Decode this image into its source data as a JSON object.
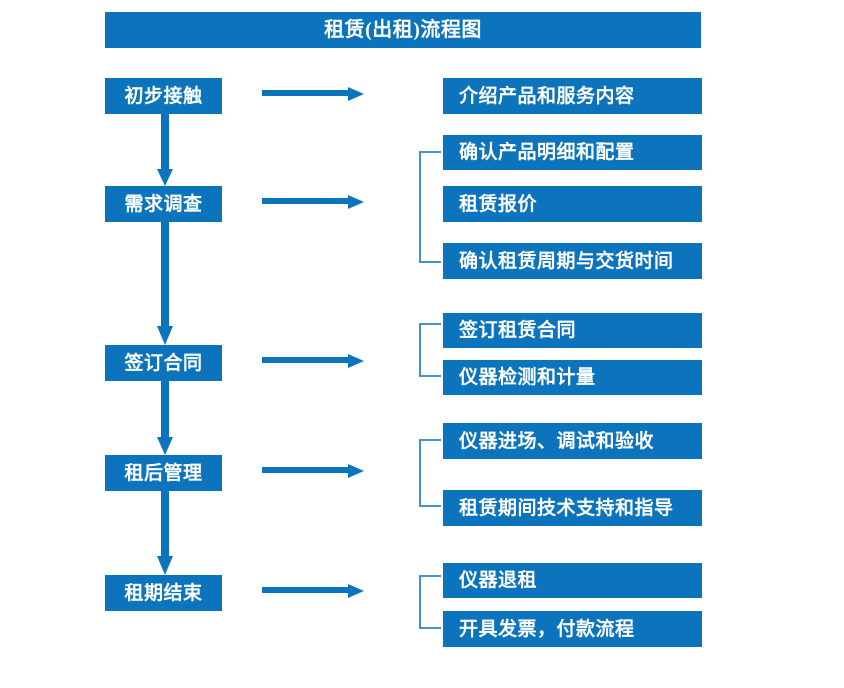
{
  "diagram": {
    "title": "租赁(出租)流程图",
    "colors": {
      "box_fill": "#0c74bd",
      "box_text": "#ffffff",
      "arrow": "#0c74bd",
      "bracket": "#4a90c8",
      "background": "#ffffff"
    },
    "stages": [
      {
        "id": "stage-1",
        "label": "初步接触",
        "details": [
          "介绍产品和服务内容"
        ],
        "has_bracket": false,
        "arrow_to_details": true,
        "arrow_to_next_stage": true
      },
      {
        "id": "stage-2",
        "label": "需求调查",
        "details": [
          "确认产品明细和配置",
          "租赁报价",
          "确认租赁周期与交货时间"
        ],
        "has_bracket": true,
        "arrow_to_details": true,
        "arrow_to_next_stage": true
      },
      {
        "id": "stage-3",
        "label": "签订合同",
        "details": [
          "签订租赁合同",
          "仪器检测和计量"
        ],
        "has_bracket": true,
        "arrow_to_details": true,
        "arrow_to_next_stage": true
      },
      {
        "id": "stage-4",
        "label": "租后管理",
        "details": [
          "仪器进场、调试和验收",
          "租赁期间技术支持和指导"
        ],
        "has_bracket": true,
        "arrow_to_details": true,
        "arrow_to_next_stage": true
      },
      {
        "id": "stage-5",
        "label": "租期结束",
        "details": [
          "仪器退租",
          "开具发票，付款流程"
        ],
        "has_bracket": true,
        "arrow_to_details": true,
        "arrow_to_next_stage": false
      }
    ],
    "detail_items_flat": [
      "介绍产品和服务内容",
      "确认产品明细和配置",
      "租赁报价",
      "确认租赁周期与交货时间",
      "签订租赁合同",
      "仪器检测和计量",
      "仪器进场、调试和验收",
      "租赁期间技术支持和指导",
      "仪器退租",
      "开具发票，付款流程"
    ]
  }
}
